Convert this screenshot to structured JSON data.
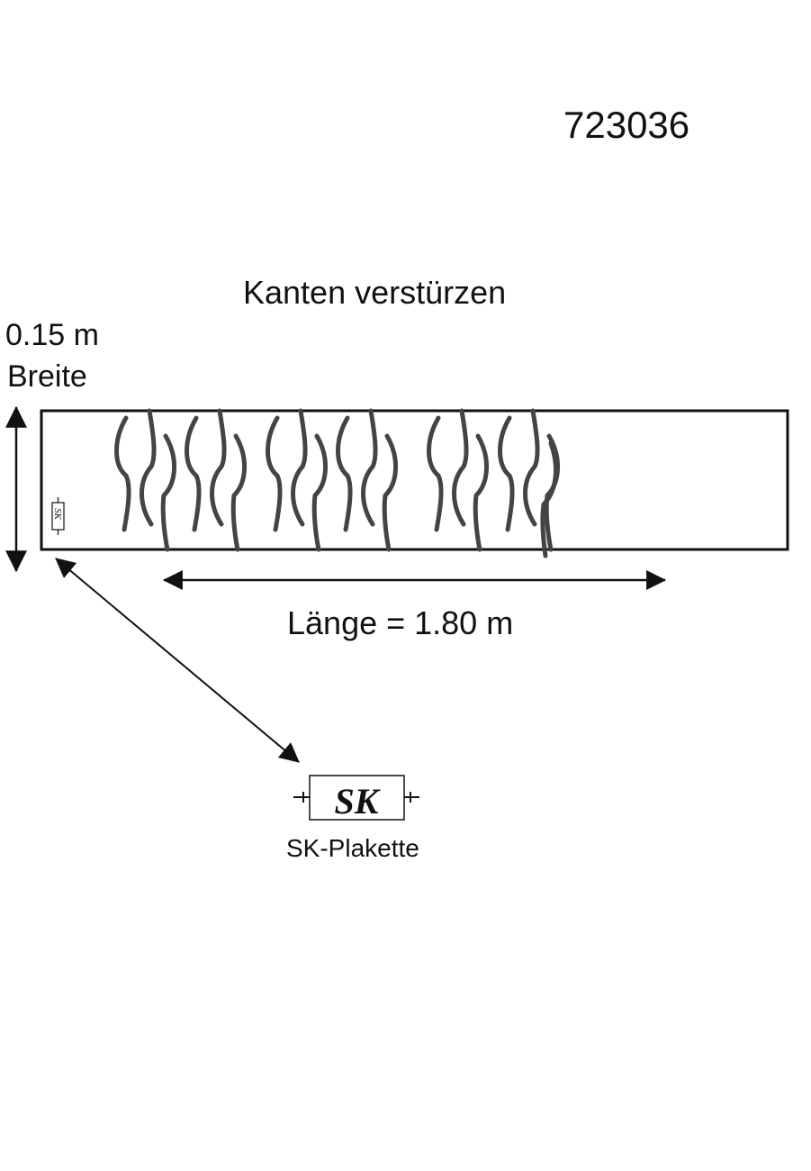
{
  "article_number": "723036",
  "title": "Kanten verstürzen",
  "width": {
    "value": "0.15 m",
    "label": "Breite"
  },
  "length": {
    "label": "Länge = 1.80 m"
  },
  "badge": {
    "logo_text": "SK",
    "caption": "SK-Plakette"
  },
  "colors": {
    "line": "#111111",
    "wave": "#444444",
    "background": "#ffffff"
  },
  "icons": [
    "wavy-pattern-icon",
    "sk-logo-icon",
    "arrow-icon"
  ]
}
